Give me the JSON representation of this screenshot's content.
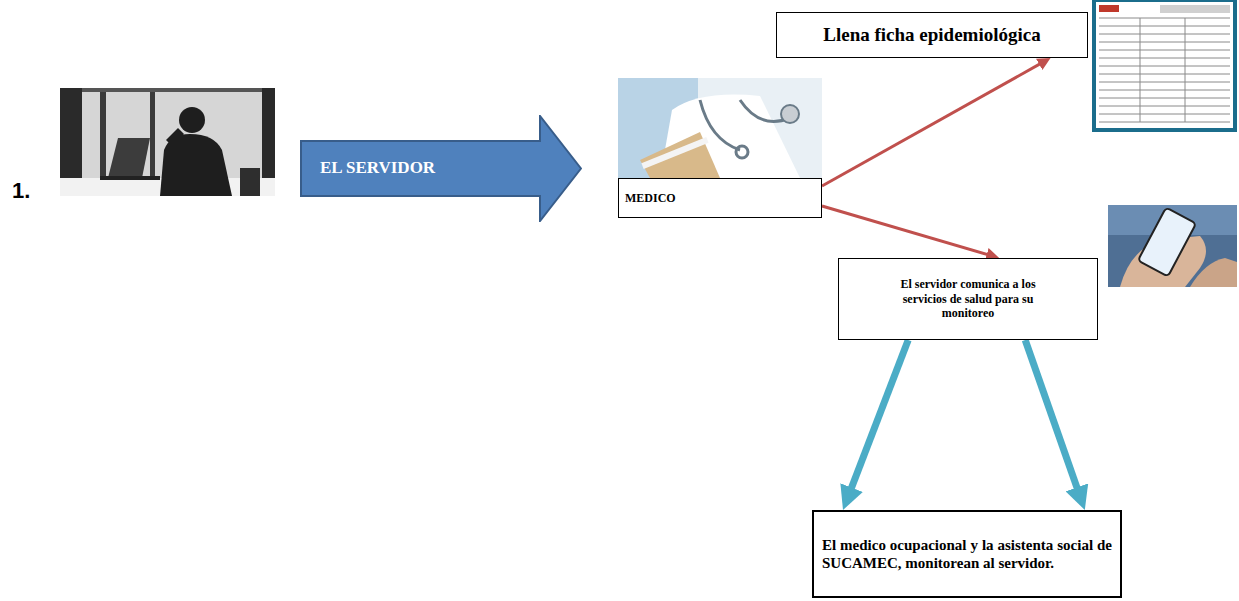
{
  "diagram": {
    "nodes": [
      {
        "text": [
          "EL SERVIDOR"
        ]
      },
      {
        "text": [
          "MEDICO"
        ]
      },
      {
        "text": [
          "Llena ficha epidemiológica"
        ]
      },
      {
        "text": [
          "El servidor comunica a los servicios de salud para su monitoreo"
        ]
      },
      {
        "text": [
          "El medico ocupacional y la asistenta social de SUCAMEC, monitorean al servidor."
        ]
      }
    ],
    "edges": [
      {
        "from": 1,
        "to": 2,
        "arrow": "to"
      },
      {
        "from": 1,
        "to": 3,
        "arrow": "to"
      },
      {
        "from": 3,
        "to": 4,
        "arrow": "to"
      },
      {
        "from": 3,
        "to": 4,
        "arrow": "to"
      }
    ],
    "labels": [
      "1."
    ]
  }
}
